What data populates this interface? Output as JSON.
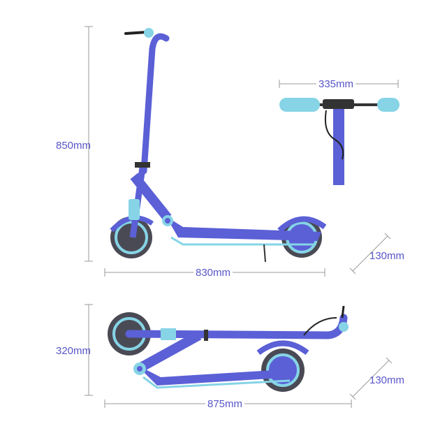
{
  "colors": {
    "body": "#5b60d6",
    "body_dark": "#4348b8",
    "accent": "#86d4e6",
    "tire": "#4a4a55",
    "dimension_line": "#9a9a9a",
    "label": "#5856c8"
  },
  "dimensions": {
    "height_unfolded": "850mm",
    "length_unfolded": "830mm",
    "handlebar_width": "335mm",
    "width_unfolded": "130mm",
    "height_folded": "320mm",
    "length_folded": "875mm",
    "width_folded": "130mm"
  }
}
